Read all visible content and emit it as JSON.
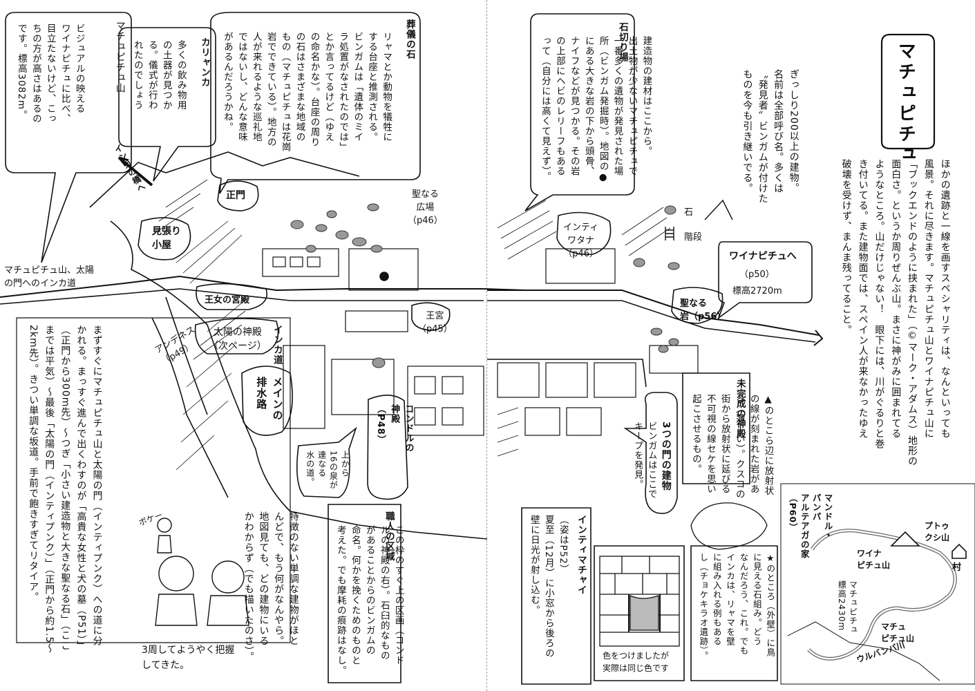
{
  "left_page": {
    "machupicchu_mountain": {
      "title": "マチュピチュ山",
      "text": "ビジュアルの映える\nワイナピチュに比べ、\n目立たないけど、こっ\nちの方が高さはあるの\nです。標高3082m。"
    },
    "kallanka": {
      "title": "カリャンカ",
      "text": "多くの飲み物用\nの土器が見つか\nる。儀式が行わ\nれたのでしょう"
    },
    "funeral_stone": {
      "title": "葬儀の石",
      "text": "リャマとか動物を犠牲に\nする台座と推測される。\nビンガムは「遺体のミイ\nラ処置がなされたのでは」\nとか言ってるけど（ゆえ\nの命名かな）。台座の周り\nの石はさまざまな地域の\nもの（マチュピチュは花崗\n岩でできている）。地方の\n人が来れるような巡礼地\nではないし、どんな意味\nがあるんだろうかね。"
    },
    "inca_road": {
      "title": "インカ道",
      "text": "まずすぐにマチュピチュ山と太陽の門（インティプンク）への道に分\nかれる。まっすぐ進んで出くわすのが「高貴な女性と犬の墓（P51）」\n（正門から300m先）〜つぎ「小さい建造物と大きな聖なる石」（ここ\nまでは平気）〜最後「太陽の門（インティプンク）」（正門から約1.5〜\n2km先）。きつい単調な坂道。手前で飽きすぎてリタイア。"
    },
    "artisans": {
      "title": "職人の区域",
      "text": "この枠のすぐ上の区画（コンド\nルの神殿の右）。石臼的なもの\nがあることからのビンガムの\n命名。何かを挽くためのものと\n考えた。でも摩耗の痕跡はなし。"
    },
    "featureless": {
      "text": "特徴のない単調な建物がほと\nんどで、もう何がなんやら。\n地図見ても、どの建物にいる\nかわからず（でも描いたのさ）。"
    },
    "map_labels": {
      "inca_bridge": "インカの橋へ",
      "main_gate": "正門",
      "guard_hut": "見張り\n小屋",
      "inca_trail": "マチュピチュ山、太陽\nの門へのインカ道",
      "princess_palace": "王女の宮殿",
      "sun_temple": "太陽の神殿\n（次ページ）",
      "andenes": "アンデネス\n（p49）",
      "sacred_plaza": "聖なる\n広場\n（p46）",
      "royal_palace": "王宮\n（p45）",
      "main_drain": "メインの\n排水路",
      "condor_temple": "コンドルの\n神殿\n（P48）",
      "sixteen_fountains": "上から\n16の泉が\n連なる\n水の道。",
      "cartoon_bubble": "ボケー",
      "cartoon_caption": "3周してようやく把握\nしてきた。"
    }
  },
  "right_page": {
    "title": "マチュピチュ",
    "intro": "ほかの遺跡と一線を画すスペシャリティは、なんといっても\n風景。それに尽きます。マチュピチュ山とワイナピチュ山に\n「ブックエンドのように挟まれた」（©マーク・アダムス）地形の\n面白さ。というか周りぜんぶ山。まさに神がみに囲まれてる\nようなところ。山だけじゃない！　眼下には、川がぐるりと巻\nき付いてる。また建物面では、スペイン人が来なかったゆえ\n破壊を受けず、まんま残ってること。",
    "buildings_note": "ぎっしり200以上の建物。\n名前は全部呼び名。多くは\n〝発見者〟ビンガムが付けた\nものを今も引き継いでる。",
    "quarry": {
      "title": "石切り場",
      "text": "建造物の建材はここから。\n出土物が少ないマチュピチュで\n一番多くの遺物が発見された場\n所（ビンガム発掘時）。地図の●\nにある大きな岩の下から頭骨、\nナイフなどが見つかる。その岩\nの上部にヘビのレリーフもある\nって（自分には高くて見えず）。"
    },
    "legend": {
      "stone": "石",
      "stairs": "階段"
    },
    "unfinished": {
      "title": "未完成の神殿",
      "text": "▲のとこら辺に放射状\nの線が刻まれた岩があ\nる（薄ーい）。クスコの\n街から放射状に延びる\n不可視の線セケを思い\n起こさせるもの。"
    },
    "three_doors": {
      "title": "3つの門の建物",
      "text": "ビンガムはここで\nキープを発見。"
    },
    "intimachay": {
      "title": "インティマチャイ",
      "text": "（姿はP52）\n夏至（12月）に小窓から後ろの\n壁に日光が射し込む。"
    },
    "color_note": "色をつけましたが\n実際は同じ色です",
    "star_note": "★のところ（外壁）に鳥\nに見える石組み。どう\nなんだろう、これ。でも\nインカは、リャマを壁\nに組み入れる例もある\nし（チョケキラオ遺跡）。",
    "map_labels": {
      "intiwatana": "インティ\nワタナ\n（p46）",
      "huayna_title": "ワイナピチュへ",
      "huayna_page": "（p50）",
      "huayna_alt": "標高2720m",
      "sacred_rock": "聖なる\n岩（p56）",
      "mandor": "マンドル・\nパンパ\nアルテアガの家\n（P60）",
      "huayna_mt": "ワイナ\nピチュ山",
      "putukusi": "プトゥ\nクシ山",
      "village": "村",
      "machu_alt": "マチュピチュ\n標高2430m",
      "machu_mt": "マチュ\nピチュ山",
      "urubamba": "ウルバンバ川"
    }
  }
}
